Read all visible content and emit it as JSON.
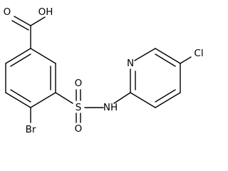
{
  "molecule": {
    "labels": {
      "carboxyl": "OH",
      "carbonyl_o": "O",
      "bromine": "Br",
      "sulfur": "S",
      "sulfonyl_o_top": "O",
      "sulfonyl_o_bottom": "O",
      "amine": "NH",
      "pyridine_n": "N",
      "chlorine": "Cl"
    }
  }
}
